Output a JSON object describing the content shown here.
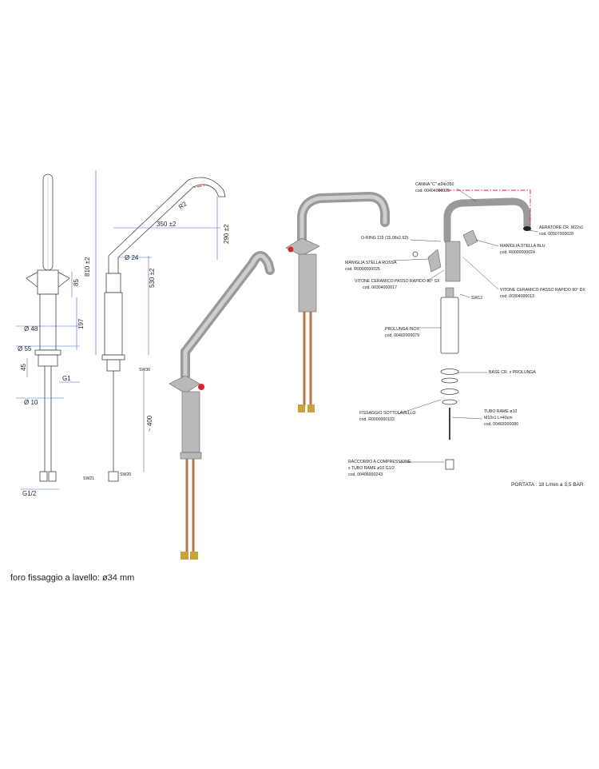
{
  "footer_note": "foro fissaggio a lavello: ø34 mm",
  "portata": "PORTATA : 18 L/min a 3,5 BAR",
  "front_dims": {
    "d48": "Ø 48",
    "d55": "Ø 55",
    "d10": "Ø 10",
    "g1": "G1",
    "g12": "G1/2",
    "h85": "85",
    "h197": "197",
    "h45": "45"
  },
  "side_dims": {
    "w350": "350 ±2",
    "h810": "810 ±2",
    "h530": "530 ±2",
    "h290": "290 ±2",
    "d24": "Ø 24",
    "r": "R2",
    "h400": "~ 400",
    "sw36": "SW36",
    "sw21": "SW21",
    "sw20": "SW20"
  },
  "parts": {
    "canna": "CANNA \"C\" ø24x350",
    "canna_cod": "cod. 00404000025",
    "aeratore": "AERATORE CR. M22x1",
    "aeratore_cod": "cod. 00507000028",
    "oring": "O-RING 119 (15,08x2,62)",
    "maniglia_blu": "MANIGLIA STELLA BLU",
    "maniglia_blu_cod": "cod. R0000000024",
    "maniglia_rossa": "MANIGLIA STELLA ROSSA",
    "maniglia_rossa_cod": "cod. R0000000025",
    "vitone_sx": "VITONE CERAMICO PASSO RAPIDO 90° SX",
    "vitone_sx_cod": "cod. 00304000017",
    "vitone_dx": "VITONE CERAMICO PASSO RAPIDO 90° DX",
    "vitone_dx_cod": "cod. 00304000013",
    "sw12": "SW12",
    "prolunga": "PROLUNGA INOX",
    "prolunga_cod": "cod. 00402000079",
    "base": "BASE CR. x PROLUNGA",
    "fissaggio": "FISSAGGIO SOTTOLAVELLO",
    "fissaggio_cod": "cod. R0000000103",
    "tubo": "TUBO RAME ø10",
    "tubo_spec": "M10x1 L=40cm",
    "tubo_cod": "cod. 00402000080",
    "raccordo": "RACCORDO A COMPRESSIONE",
    "raccordo_spec": "x TUBO RAME ø10  G1/2",
    "raccordo_cod": "cod. 00406000243"
  }
}
